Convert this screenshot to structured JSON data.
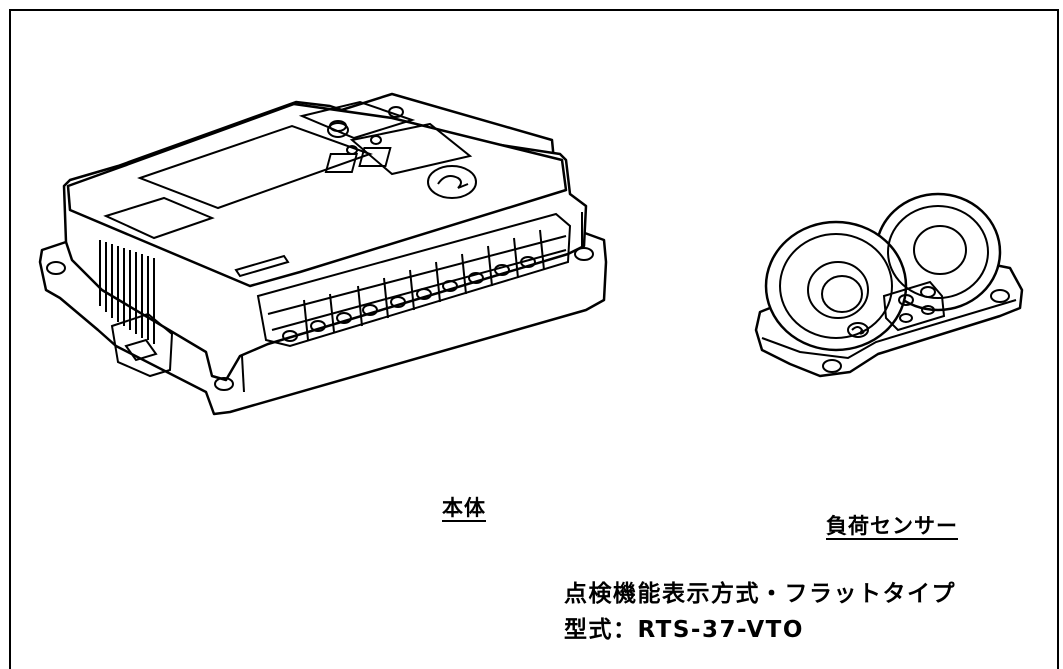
{
  "labels": {
    "main_unit": "本体",
    "load_sensor": "負荷センサー"
  },
  "caption": {
    "line1": "点検機能表示方式・フラットタイプ",
    "line2": "型式：RTS-37-VTO"
  },
  "colors": {
    "ink": "#000000",
    "paper": "#ffffff"
  }
}
